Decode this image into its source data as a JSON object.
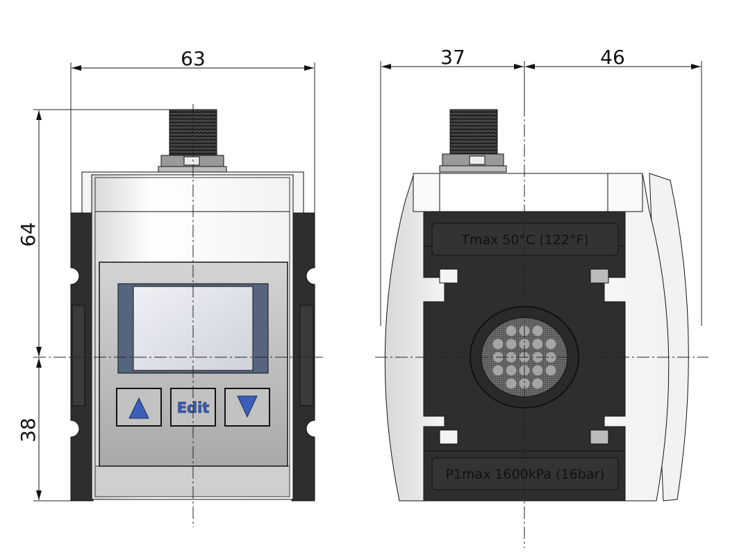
{
  "front_view": {
    "dimensions": {
      "width": "63",
      "height_upper": "64",
      "height_lower": "38"
    },
    "buttons": {
      "up": "up-arrow",
      "edit": "Edit",
      "down": "down-arrow"
    }
  },
  "side_view": {
    "dimensions": {
      "left": "37",
      "right": "46"
    },
    "labels": {
      "temperature": "Tmax 50°C (122°F)",
      "pressure": "P1max 1600kPa (16bar)"
    }
  },
  "colors": {
    "button_arrow": "#3b5fb8",
    "body_dark": "#2e2e2e",
    "screen_frame": "#56657e"
  }
}
